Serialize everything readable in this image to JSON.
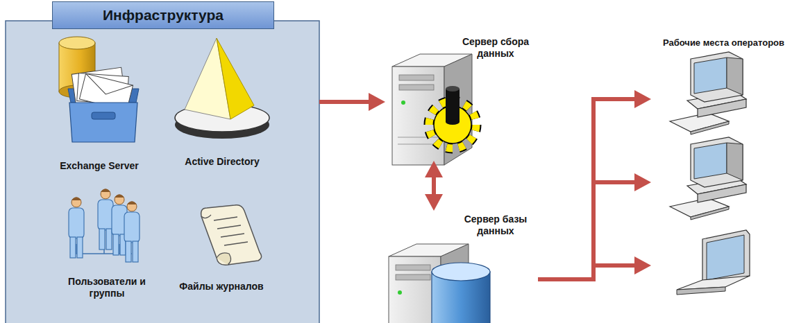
{
  "diagram": {
    "nodes": [
      {
        "text": [
          "Инфраструктура"
        ]
      },
      {
        "text": [
          "Exchange Server"
        ],
        "in": 0
      },
      {
        "text": [
          "Active Directory"
        ],
        "in": 0
      },
      {
        "text": [
          "Пользователи и группы"
        ],
        "in": 0
      },
      {
        "text": [
          "Файлы журналов"
        ],
        "in": 0
      },
      {
        "text": [
          "Сервер сбора данных"
        ]
      },
      {
        "text": [
          "Сервер базы данных"
        ]
      },
      {
        "text": [
          "Рабочие места операторов"
        ]
      }
    ],
    "edges": [
      {
        "from": 0,
        "to": 5,
        "arrow": "to"
      },
      {
        "from": 5,
        "to": 6,
        "arrow": "both"
      },
      {
        "from": 6,
        "to": 7,
        "arrow": "to"
      }
    ]
  }
}
